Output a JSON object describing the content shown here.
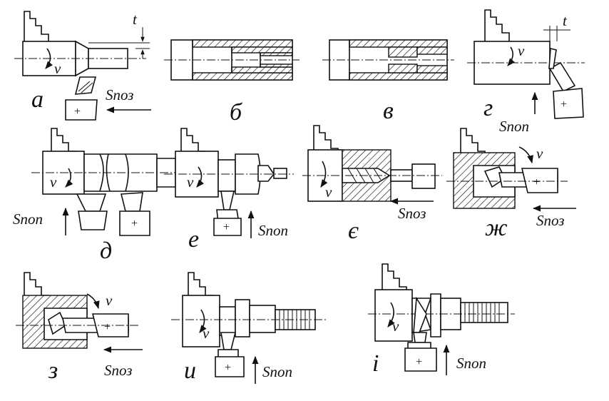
{
  "labels": {
    "a": "a",
    "b": "б",
    "v": "в",
    "g": "г",
    "d": "д",
    "e": "е",
    "ye": "є",
    "zh": "ж",
    "z": "з",
    "y": "и",
    "i": "і"
  },
  "symbols": {
    "speed": "v",
    "feed_longitudinal": "Sпоз",
    "feed_cross": "Sпоп",
    "depth": "t",
    "plus": "+"
  }
}
